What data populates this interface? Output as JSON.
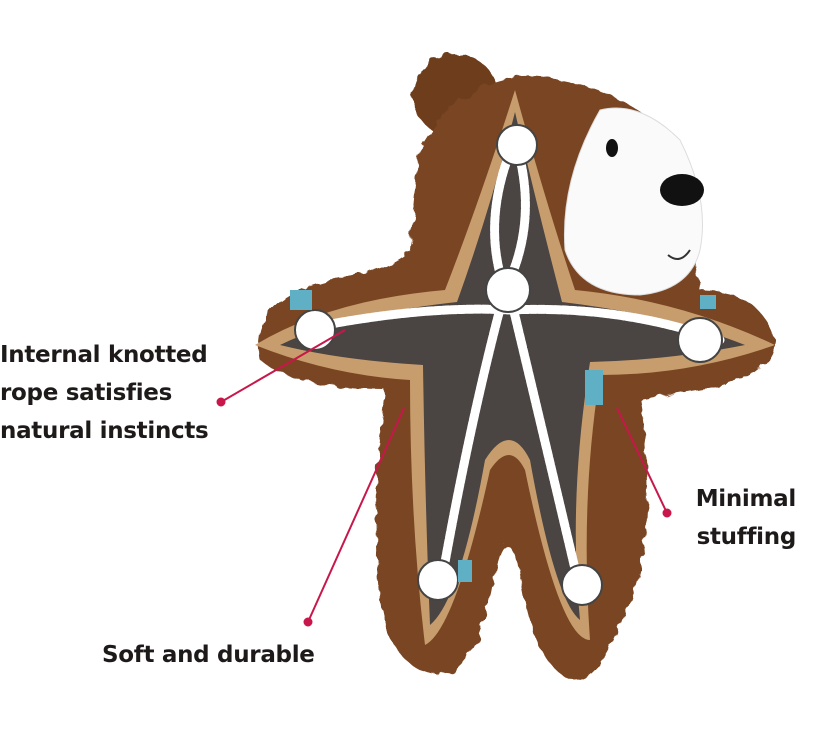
{
  "callouts": {
    "rope": {
      "line1": "Internal knotted",
      "line2": "rope satisfies",
      "line3": "natural instincts"
    },
    "soft": {
      "text": "Soft and durable"
    },
    "stuffing": {
      "line1": "Minimal",
      "line2": "stuffing"
    }
  },
  "colors": {
    "callout_line": "#c8174a",
    "fur": "#7a4522",
    "trim": "#c79d6d",
    "inner": "#4a4442",
    "rope": "#ffffff",
    "patch": "#5fb0c4"
  }
}
